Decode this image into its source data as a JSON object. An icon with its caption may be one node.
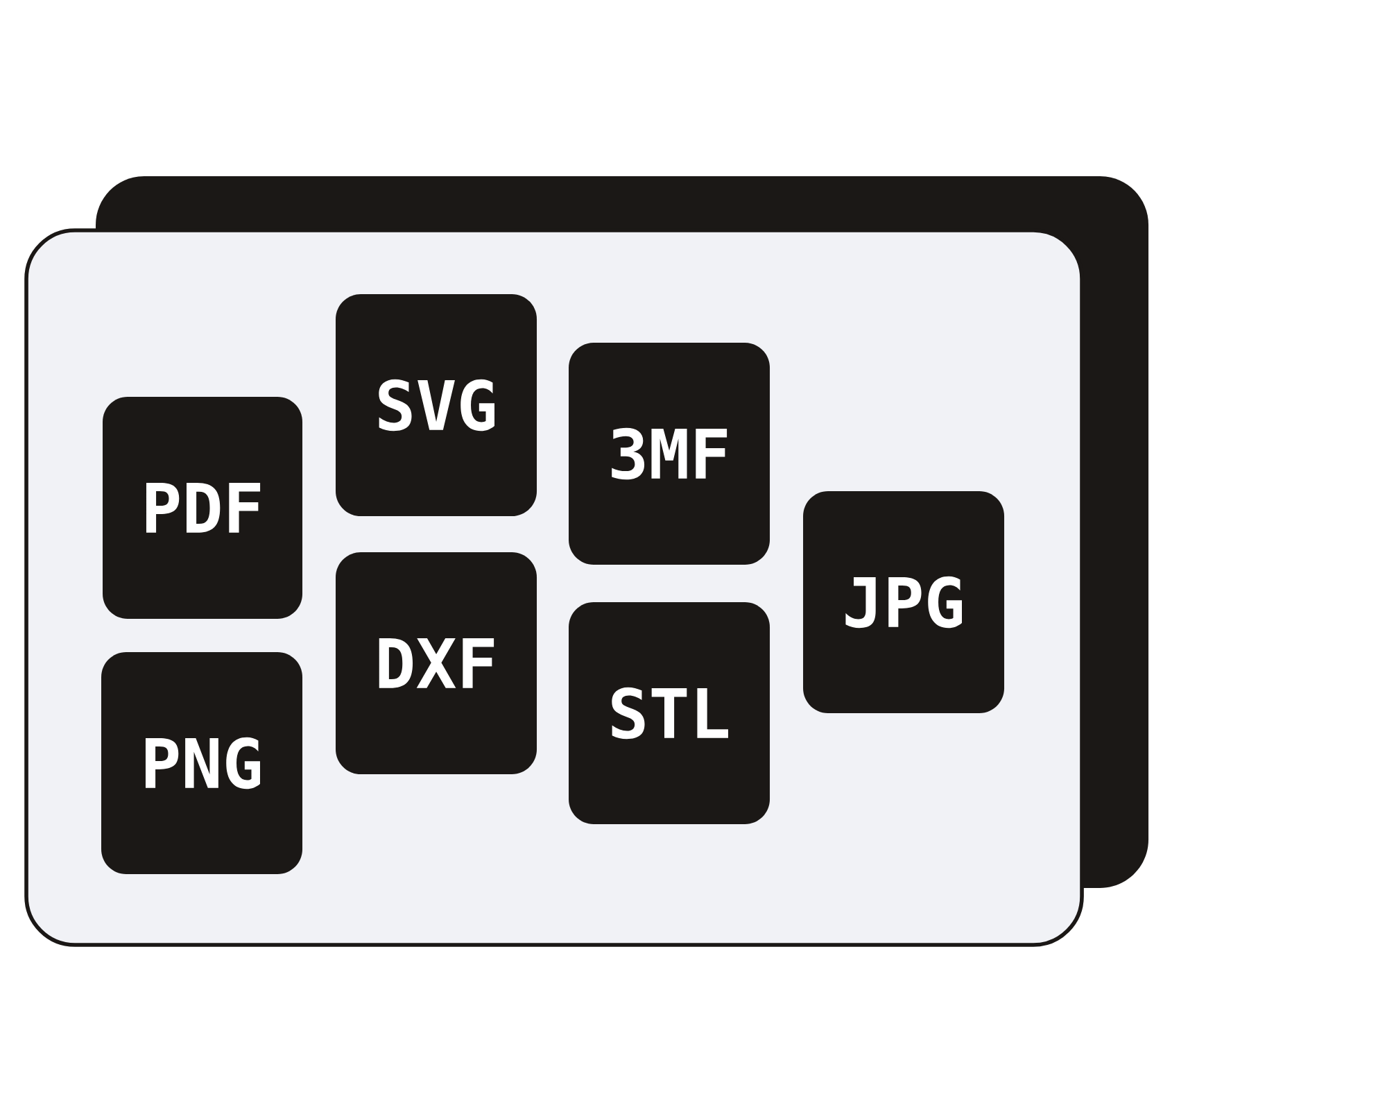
{
  "diagram": {
    "nodes": [
      {
        "text": [],
        "shape": "box"
      },
      {
        "text": [
          "PDF"
        ],
        "in": 0
      },
      {
        "text": [
          "PNG"
        ],
        "in": 0
      },
      {
        "text": [
          "SVG"
        ],
        "in": 0
      },
      {
        "text": [
          "DXF"
        ],
        "in": 0
      },
      {
        "text": [
          "3MF"
        ],
        "in": 0
      },
      {
        "text": [
          "STL"
        ],
        "in": 0
      },
      {
        "text": [
          "JPG"
        ],
        "in": 0
      }
    ]
  }
}
